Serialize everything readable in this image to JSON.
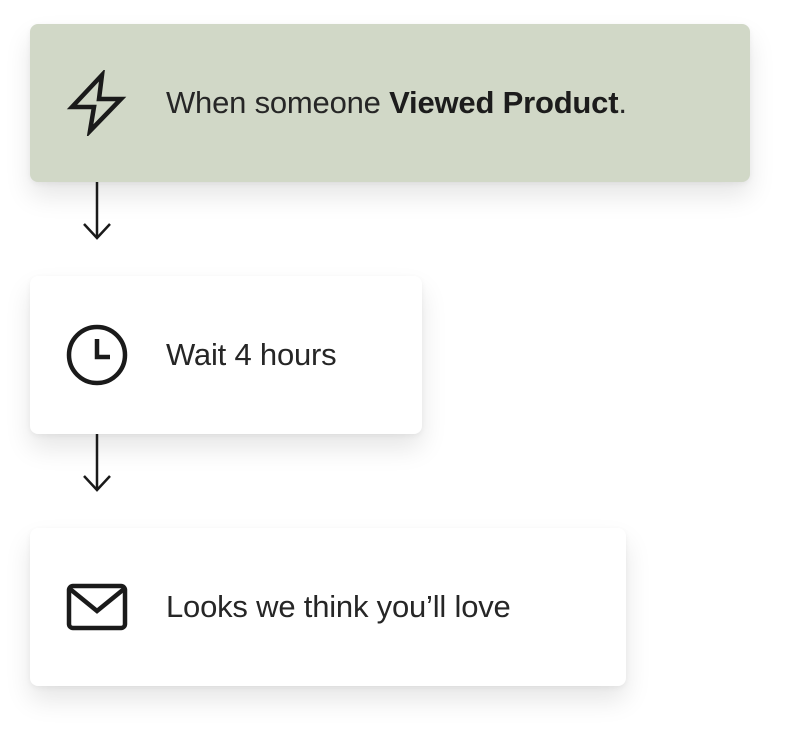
{
  "flow": {
    "trigger": {
      "icon": "lightning-bolt-icon",
      "text_prefix": "When someone ",
      "text_bold": "Viewed Product",
      "text_suffix": "."
    },
    "wait": {
      "icon": "clock-icon",
      "text": "Wait 4 hours"
    },
    "email": {
      "icon": "envelope-icon",
      "text": "Looks we think you’ll love"
    }
  },
  "colors": {
    "trigger_background": "#d1d8c7",
    "card_background": "#ffffff",
    "icon_stroke": "#1a1a1a"
  }
}
